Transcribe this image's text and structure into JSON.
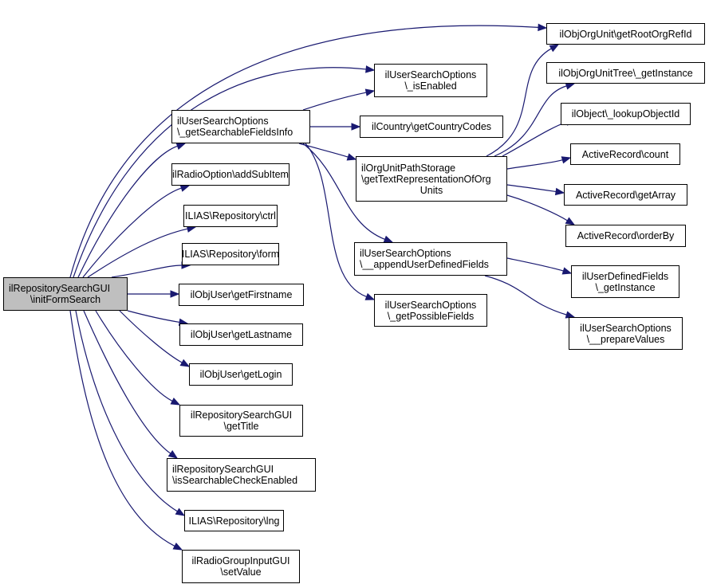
{
  "diagram": {
    "type": "call-graph",
    "edge_color": "#191970",
    "root_fill": "#bfbfbf",
    "nodes": [
      {
        "id": "root",
        "lines": [
          "ilRepositorySearchGUI",
          "\\initFormSearch"
        ],
        "root": true
      },
      {
        "id": "getSearchableFieldsInfo",
        "lines": [
          "ilUserSearchOptions",
          "\\_getSearchableFieldsInfo"
        ]
      },
      {
        "id": "addSubItem",
        "lines": [
          "ilRadioOption\\addSubItem"
        ]
      },
      {
        "id": "repoCtrl",
        "lines": [
          "ILIAS\\Repository\\ctrl"
        ]
      },
      {
        "id": "repoForm",
        "lines": [
          "ILIAS\\Repository\\form"
        ]
      },
      {
        "id": "getFirstname",
        "lines": [
          "ilObjUser\\getFirstname"
        ]
      },
      {
        "id": "getLastname",
        "lines": [
          "ilObjUser\\getLastname"
        ]
      },
      {
        "id": "getLogin",
        "lines": [
          "ilObjUser\\getLogin"
        ]
      },
      {
        "id": "getTitle",
        "lines": [
          "ilRepositorySearchGUI",
          "\\getTitle"
        ]
      },
      {
        "id": "isSearchableCheckEnabled",
        "lines": [
          "ilRepositorySearchGUI",
          "\\isSearchableCheckEnabled"
        ]
      },
      {
        "id": "repoLng",
        "lines": [
          "ILIAS\\Repository\\lng"
        ]
      },
      {
        "id": "setValue",
        "lines": [
          "ilRadioGroupInputGUI",
          "\\setValue"
        ]
      },
      {
        "id": "isEnabled",
        "lines": [
          "ilUserSearchOptions",
          "\\_isEnabled"
        ]
      },
      {
        "id": "getCountryCodes",
        "lines": [
          "ilCountry\\getCountryCodes"
        ]
      },
      {
        "id": "getTextRep",
        "lines": [
          "ilOrgUnitPathStorage",
          "\\getTextRepresentationOfOrg",
          "Units"
        ]
      },
      {
        "id": "appendUserDefinedFields",
        "lines": [
          "ilUserSearchOptions",
          "\\__appendUserDefinedFields"
        ]
      },
      {
        "id": "getPossibleFields",
        "lines": [
          "ilUserSearchOptions",
          "\\_getPossibleFields"
        ]
      },
      {
        "id": "getRootOrgRefId",
        "lines": [
          "ilObjOrgUnit\\getRootOrgRefId"
        ]
      },
      {
        "id": "orgUnitTreeGetInstance",
        "lines": [
          "ilObjOrgUnitTree\\_getInstance"
        ]
      },
      {
        "id": "lookupObjectId",
        "lines": [
          "ilObject\\_lookupObjectId"
        ]
      },
      {
        "id": "arCount",
        "lines": [
          "ActiveRecord\\count"
        ]
      },
      {
        "id": "arGetArray",
        "lines": [
          "ActiveRecord\\getArray"
        ]
      },
      {
        "id": "arOrderBy",
        "lines": [
          "ActiveRecord\\orderBy"
        ]
      },
      {
        "id": "udfGetInstance",
        "lines": [
          "ilUserDefinedFields",
          "\\_getInstance"
        ]
      },
      {
        "id": "prepareValues",
        "lines": [
          "ilUserSearchOptions",
          "\\__prepareValues"
        ]
      }
    ],
    "edges": [
      [
        "root",
        "getRootOrgRefId"
      ],
      [
        "root",
        "isEnabled"
      ],
      [
        "root",
        "getSearchableFieldsInfo"
      ],
      [
        "root",
        "addSubItem"
      ],
      [
        "root",
        "repoCtrl"
      ],
      [
        "root",
        "repoForm"
      ],
      [
        "root",
        "getFirstname"
      ],
      [
        "root",
        "getLastname"
      ],
      [
        "root",
        "getLogin"
      ],
      [
        "root",
        "getTitle"
      ],
      [
        "root",
        "isSearchableCheckEnabled"
      ],
      [
        "root",
        "repoLng"
      ],
      [
        "root",
        "setValue"
      ],
      [
        "getSearchableFieldsInfo",
        "isEnabled"
      ],
      [
        "getSearchableFieldsInfo",
        "getCountryCodes"
      ],
      [
        "getSearchableFieldsInfo",
        "getTextRep"
      ],
      [
        "getSearchableFieldsInfo",
        "appendUserDefinedFields"
      ],
      [
        "getSearchableFieldsInfo",
        "getPossibleFields"
      ],
      [
        "getTextRep",
        "getRootOrgRefId"
      ],
      [
        "getTextRep",
        "orgUnitTreeGetInstance"
      ],
      [
        "getTextRep",
        "lookupObjectId"
      ],
      [
        "getTextRep",
        "arCount"
      ],
      [
        "getTextRep",
        "arGetArray"
      ],
      [
        "getTextRep",
        "arOrderBy"
      ],
      [
        "appendUserDefinedFields",
        "udfGetInstance"
      ],
      [
        "appendUserDefinedFields",
        "prepareValues"
      ]
    ]
  }
}
